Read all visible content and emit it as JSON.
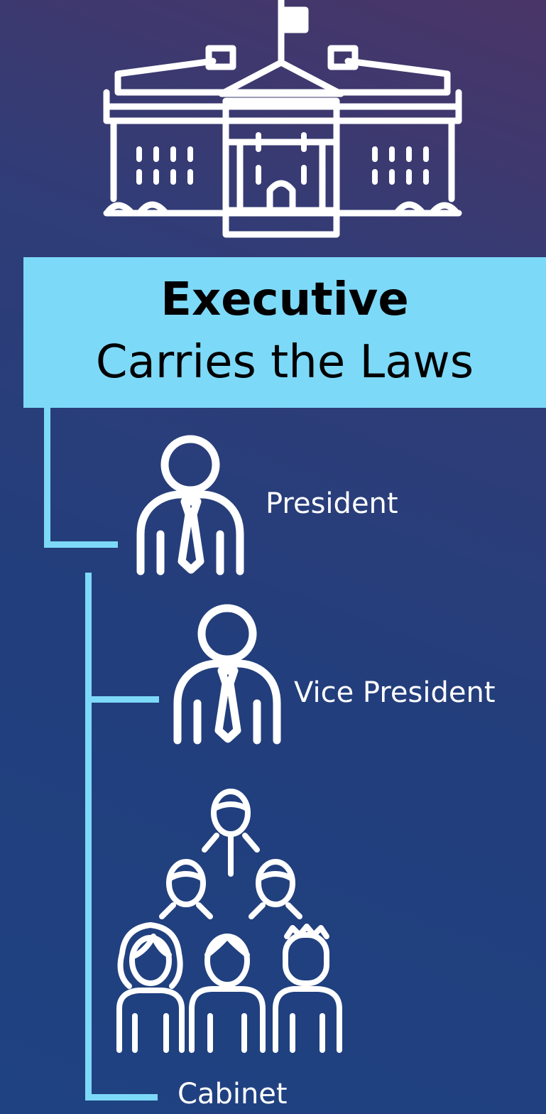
{
  "colors": {
    "accent": "#7dd9f8",
    "icon": "#ffffff",
    "label_text": "#ffffff",
    "banner_text": "#000000"
  },
  "header": {
    "icon": "white-house-icon",
    "title": "Executive",
    "subtitle": "Carries the Laws"
  },
  "roles": [
    {
      "label": "President",
      "icon": "person-with-tie-icon"
    },
    {
      "label": "Vice President",
      "icon": "person-with-tie-icon"
    },
    {
      "label": "Cabinet",
      "icon": "group-of-people-icon"
    }
  ]
}
